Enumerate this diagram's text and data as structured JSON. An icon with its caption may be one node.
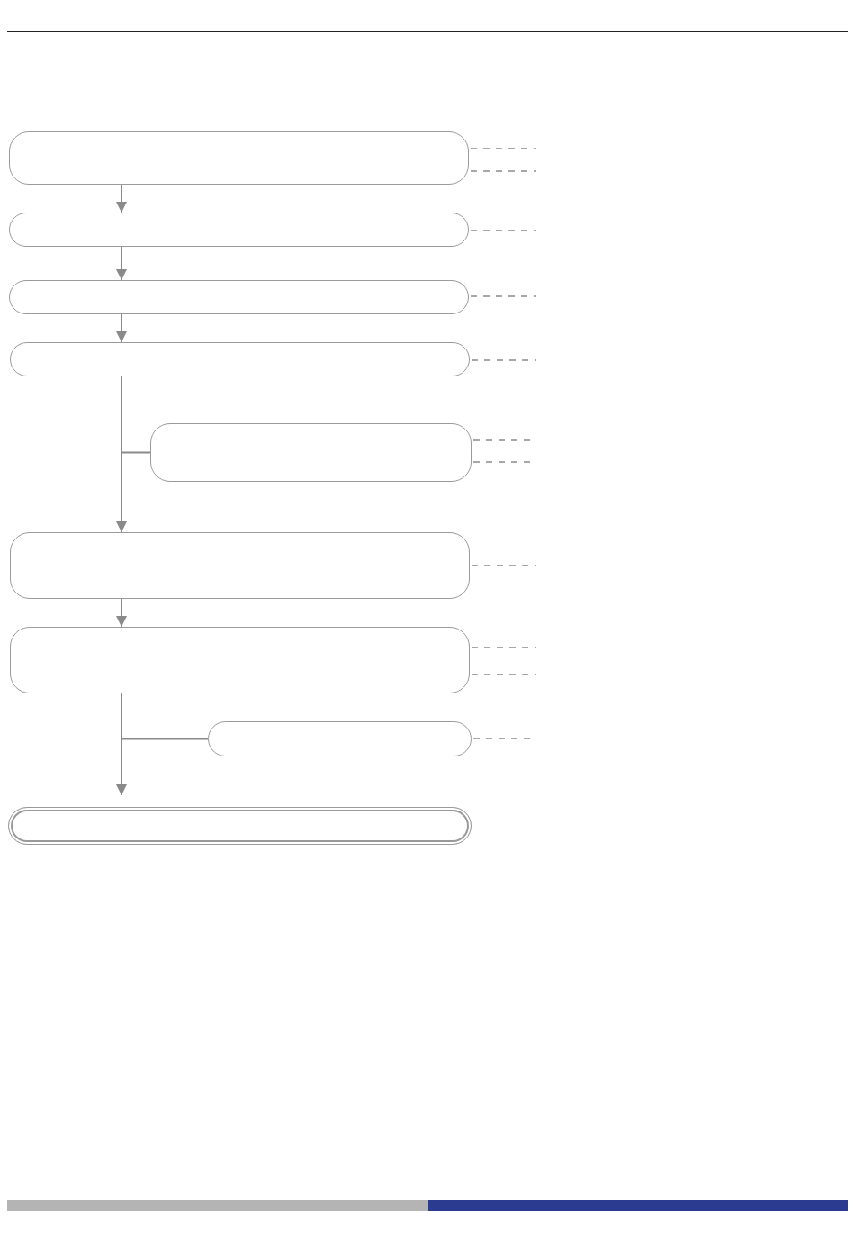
{
  "diagram": {
    "nodes": [
      {
        "text": [],
        "shape": "box"
      },
      {
        "text": [],
        "shape": "box"
      },
      {
        "text": [],
        "shape": "box"
      },
      {
        "text": [],
        "shape": "box"
      },
      {
        "text": [],
        "shape": "box"
      },
      {
        "text": [],
        "shape": "box"
      },
      {
        "text": [],
        "shape": "box"
      },
      {
        "text": [],
        "shape": "box"
      },
      {
        "text": [],
        "shape": "box"
      }
    ],
    "edges": [
      {
        "from": 0,
        "to": 1,
        "arrow": "to"
      },
      {
        "from": 1,
        "to": 2,
        "arrow": "to"
      },
      {
        "from": 2,
        "to": 3,
        "arrow": "to"
      },
      {
        "from": 3,
        "to": 4,
        "arrow": "none"
      },
      {
        "from": 3,
        "to": 5,
        "arrow": "to"
      },
      {
        "from": 5,
        "to": 6,
        "arrow": "to"
      },
      {
        "from": 6,
        "to": 7,
        "arrow": "none"
      },
      {
        "from": 6,
        "to": 8,
        "arrow": "to"
      },
      {
        "from": 0,
        "to": null,
        "arrow": "none",
        "style": "dashed"
      },
      {
        "from": 0,
        "to": null,
        "arrow": "none",
        "style": "dashed"
      },
      {
        "from": 1,
        "to": null,
        "arrow": "none",
        "style": "dashed"
      },
      {
        "from": 2,
        "to": null,
        "arrow": "none",
        "style": "dashed"
      },
      {
        "from": 3,
        "to": null,
        "arrow": "none",
        "style": "dashed"
      },
      {
        "from": 4,
        "to": null,
        "arrow": "none",
        "style": "dashed"
      },
      {
        "from": 4,
        "to": null,
        "arrow": "none",
        "style": "dashed"
      },
      {
        "from": 5,
        "to": null,
        "arrow": "none",
        "style": "dashed"
      },
      {
        "from": 6,
        "to": null,
        "arrow": "none",
        "style": "dashed"
      },
      {
        "from": 6,
        "to": null,
        "arrow": "none",
        "style": "dashed"
      },
      {
        "from": 7,
        "to": null,
        "arrow": "none",
        "style": "dashed"
      }
    ]
  }
}
